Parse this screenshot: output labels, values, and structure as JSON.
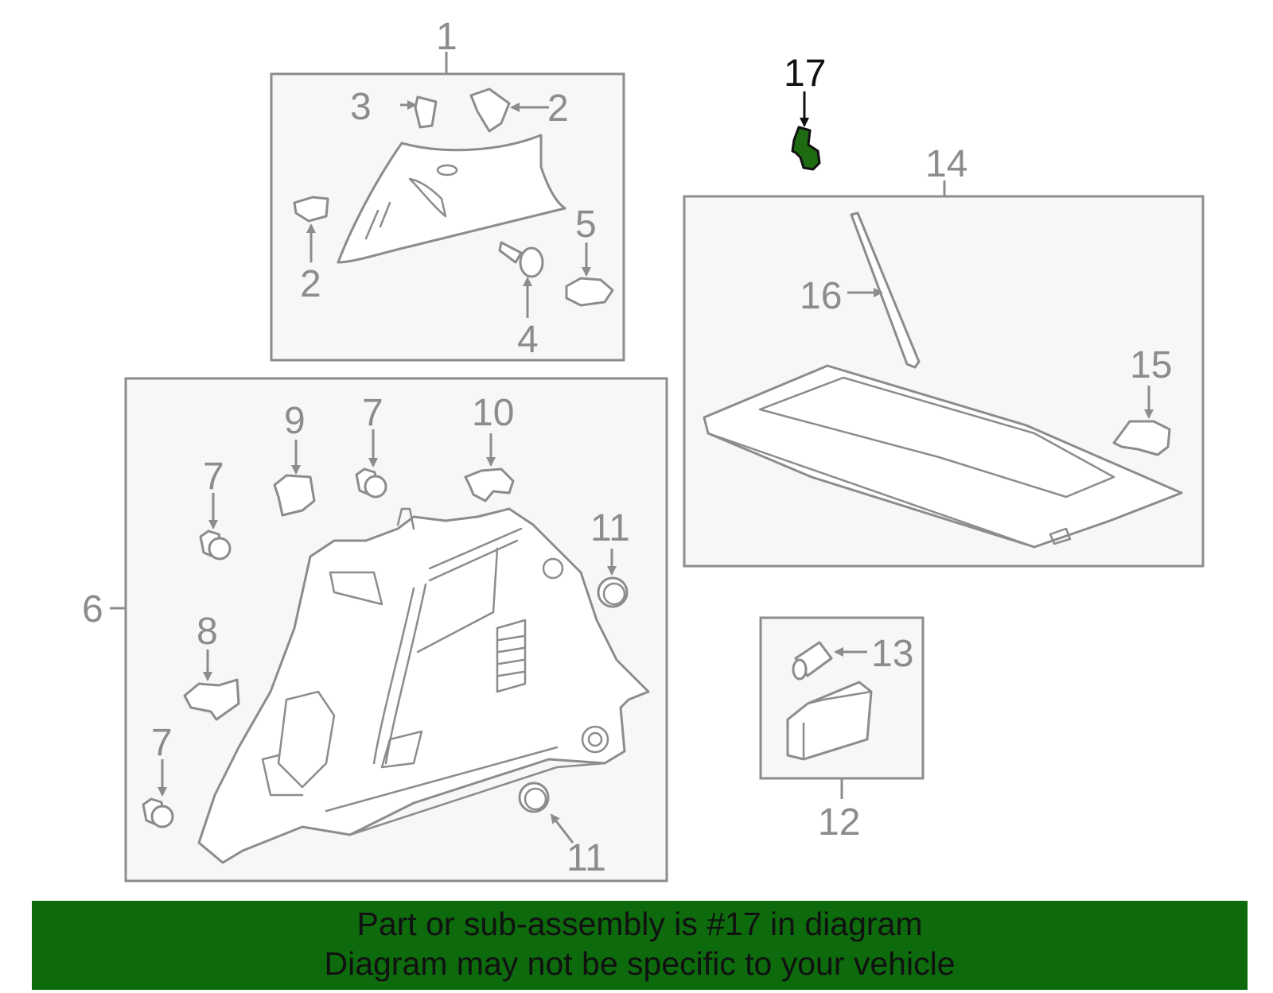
{
  "diagram": {
    "callouts": {
      "c1": "1",
      "c2a": "2",
      "c2b": "2",
      "c3": "3",
      "c4": "4",
      "c5": "5",
      "c6": "6",
      "c7a": "7",
      "c7b": "7",
      "c7c": "7",
      "c8": "8",
      "c9": "9",
      "c10": "10",
      "c11a": "11",
      "c11b": "11",
      "c12": "12",
      "c13": "13",
      "c14": "14",
      "c15": "15",
      "c16": "16",
      "c17": "17"
    },
    "highlighted_part": "17"
  },
  "banner": {
    "line1": "Part or sub-assembly is #17 in diagram",
    "line2": "Diagram may not be specific to your vehicle"
  },
  "colors": {
    "banner": "#0d6a0d",
    "highlight": "#1e6b12",
    "linework": "#8c8c8c"
  }
}
